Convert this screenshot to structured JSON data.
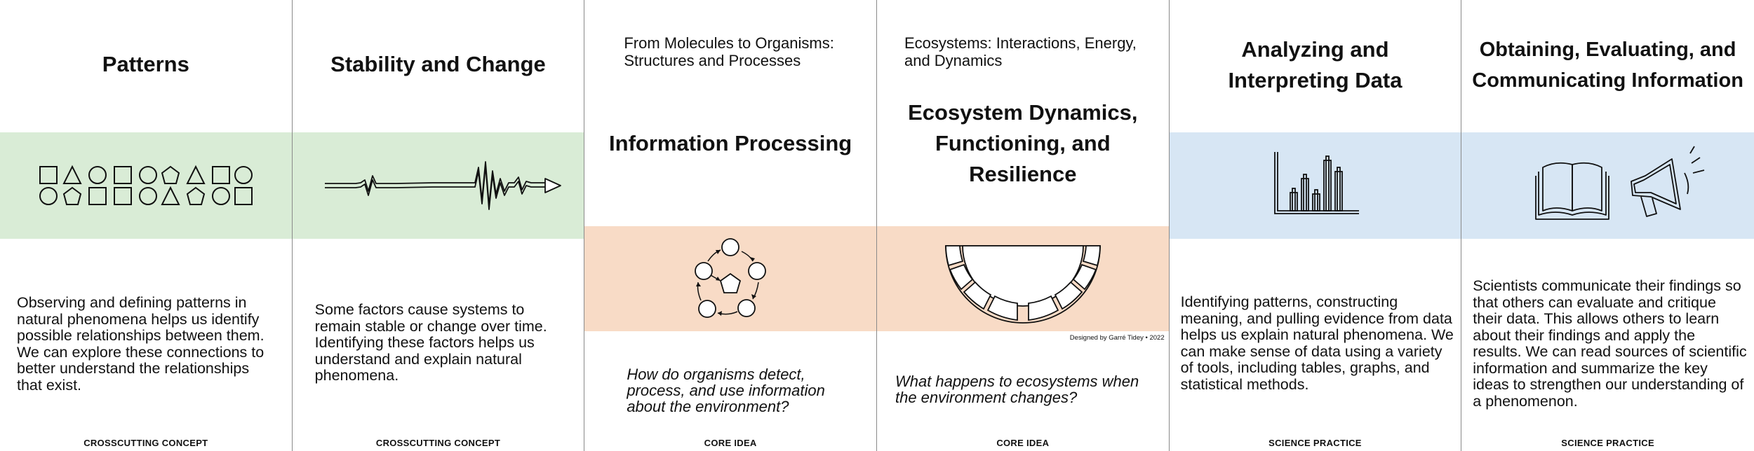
{
  "cards": [
    {
      "title": "Patterns",
      "body": "Observing and defining patterns in natural phenomena helps us identify possible relationships between them. We can explore these connections to better understand the relationships that exist.",
      "footer": "CROSSCUTTING CONCEPT",
      "band_color": "#d9ecd6",
      "icon": "patterns-shapes-icon"
    },
    {
      "title": "Stability and Change",
      "body": "Some factors cause systems to remain stable or change over time. Identifying these factors helps us understand and explain natural phenomena.",
      "footer": "CROSSCUTTING CONCEPT",
      "band_color": "#d9ecd6",
      "icon": "waveform-arrow-icon"
    },
    {
      "subtitle": "From Molecules to Organisms: Structures and Processes",
      "title": "Information Processing",
      "question": "How do organisms detect, process, and use information about the environment?",
      "footer": "CORE IDEA",
      "band_color": "#f8dbc6",
      "icon": "signal-cycle-icon"
    },
    {
      "subtitle": "Ecosystems: Interactions, Energy, and Dynamics",
      "title": "Ecosystem Dynamics, Functioning, and Resilience",
      "question": "What happens to ecosystems when the environment changes?",
      "footer": "CORE IDEA",
      "band_color": "#f8dbc6",
      "credit": "Designed by Garré Tidey • 2022",
      "icon": "semicircle-segments-icon"
    },
    {
      "title": "Analyzing and Interpreting Data",
      "body": "Identifying patterns, constructing meaning, and pulling evidence from data helps us explain natural phenomena. We can make sense of data using a variety of tools, including tables, graphs, and statistical methods.",
      "footer": "SCIENCE PRACTICE",
      "band_color": "#d7e6f4",
      "icon": "bar-chart-icon"
    },
    {
      "title": "Obtaining, Evaluating, and Communicating Information",
      "body": "Scientists communicate their findings so that others can evaluate and critique their data. This allows others to learn about their findings and apply the results. We can read sources of scientific information and summarize the key ideas to strengthen our understanding of a phenomenon.",
      "footer": "SCIENCE PRACTICE",
      "band_color": "#d7e6f4",
      "icon": "book-megaphone-icon"
    }
  ]
}
